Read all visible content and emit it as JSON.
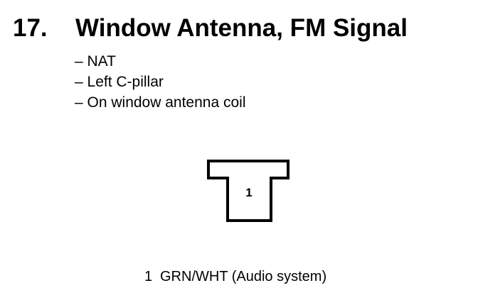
{
  "section": {
    "number": "17.",
    "title": "Window Antenna, FM Signal"
  },
  "details": [
    "NAT",
    "Left C-pillar",
    "On window antenna coil"
  ],
  "connector": {
    "pins": [
      {
        "number": "1"
      }
    ]
  },
  "pin_legend": [
    {
      "pin": "1",
      "description": "GRN/WHT (Audio system)"
    }
  ]
}
